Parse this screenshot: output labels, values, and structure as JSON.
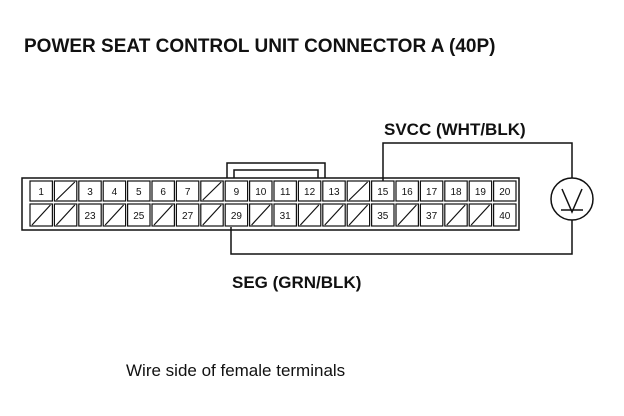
{
  "title": "POWER SEAT CONTROL UNIT CONNECTOR A (40P)",
  "wires": {
    "svcc": "SVCC (WHT/BLK)",
    "seg": "SEG (GRN/BLK)"
  },
  "meter_symbol": "V",
  "caption": "Wire side of female terminals",
  "connector": {
    "top_row": [
      "1",
      "",
      "3",
      "4",
      "5",
      "6",
      "7",
      "",
      "9",
      "10",
      "11",
      "12",
      "13",
      "",
      "15",
      "16",
      "17",
      "18",
      "19",
      "20"
    ],
    "bottom_row": [
      "",
      "",
      "23",
      "",
      "25",
      "",
      "27",
      "",
      "29",
      "",
      "31",
      "",
      "",
      "",
      "35",
      "",
      "37",
      "",
      "",
      "40"
    ]
  }
}
